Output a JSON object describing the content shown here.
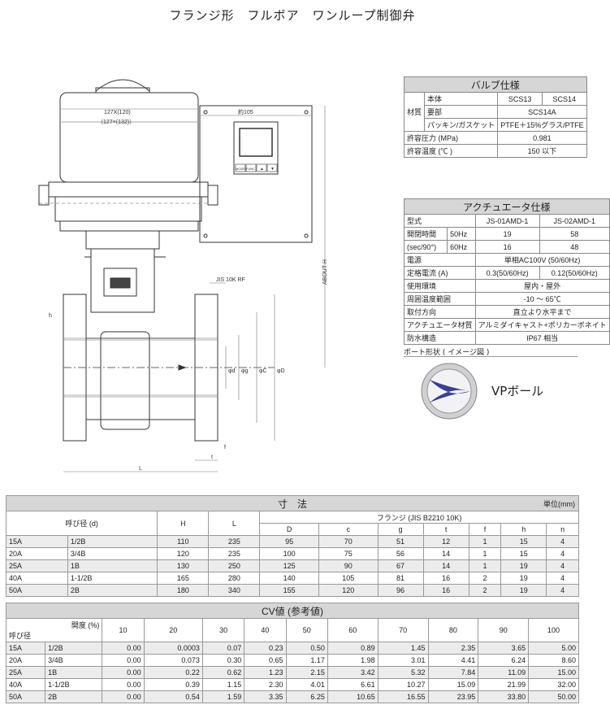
{
  "title": "フランジ形　フルボア　ワンループ制御弁",
  "drawing": {
    "top_width": "127X(120)",
    "top_width2": "（127×(132)）",
    "box_width": "約105",
    "about_h": "ABOUT H",
    "jis": "JIS 10K RF",
    "buttons": [
      "MODE",
      "FUNC",
      "▲",
      "▼"
    ],
    "dims": [
      "φd",
      "φg",
      "φC",
      "φD",
      "L",
      "t",
      "f",
      "h"
    ]
  },
  "valve_spec": {
    "header": "バルブ仕様",
    "cols": [
      "本体",
      "SCS13",
      "SCS14"
    ],
    "material_label": "材質",
    "rows": [
      [
        "要部",
        "SCS14A"
      ],
      [
        "パッキン/ガスケット",
        "PTFE＋15%グラス/PTFE"
      ]
    ],
    "pressure": [
      "許容圧力 (MPa)",
      "0.981"
    ],
    "temp": [
      "許容温度 (℃ )",
      "150 以下"
    ]
  },
  "actuator_spec": {
    "header": "アクチュエータ仕様",
    "model": [
      "型式",
      "JS-01AMD-1",
      "JS-02AMD-1"
    ],
    "time_label": "開閉時間",
    "time_unit": "(sec/90°)",
    "t50": [
      "50Hz",
      "19",
      "58"
    ],
    "t60": [
      "60Hz",
      "16",
      "48"
    ],
    "power": [
      "電源",
      "単相AC100V  (50/60Hz)"
    ],
    "current": [
      "定格電流 (A)",
      "0.3(50/60Hz)",
      "0.12(50/60Hz)"
    ],
    "env": [
      "使用環境",
      "屋内・屋外"
    ],
    "ambient": [
      "周囲温度範囲",
      "-10 ～ 65℃"
    ],
    "mount": [
      "取付方向",
      "直立より水平まで"
    ],
    "material": [
      "アクチュエータ材質",
      "アルミダイキャスト+ポリカーボネイト"
    ],
    "water": [
      "防水構造",
      "IP67 相当"
    ]
  },
  "port": {
    "label": "ポート形状 ( イメージ図 )",
    "name": "VPボール"
  },
  "dimensions": {
    "header": "寸　法",
    "unit": "単位(mm)",
    "col_nominal": "呼び径 (d)",
    "col_h": "H",
    "col_l": "L",
    "flange": "フランジ (JIS B2210 10K)",
    "sub": [
      "D",
      "c",
      "g",
      "t",
      "f",
      "h",
      "n"
    ],
    "rows": [
      [
        "15A",
        "1/2B",
        "110",
        "235",
        "95",
        "70",
        "51",
        "12",
        "1",
        "15",
        "4"
      ],
      [
        "20A",
        "3/4B",
        "120",
        "235",
        "100",
        "75",
        "56",
        "14",
        "1",
        "15",
        "4"
      ],
      [
        "25A",
        "1B",
        "130",
        "250",
        "125",
        "90",
        "67",
        "14",
        "1",
        "19",
        "4"
      ],
      [
        "40A",
        "1-1/2B",
        "165",
        "280",
        "140",
        "105",
        "81",
        "16",
        "2",
        "19",
        "4"
      ],
      [
        "50A",
        "2B",
        "180",
        "340",
        "155",
        "120",
        "96",
        "16",
        "2",
        "19",
        "4"
      ]
    ]
  },
  "cv": {
    "header": "CV値 (参考値)",
    "opening": "開度 (%)",
    "nominal": "呼び径",
    "cols": [
      "10",
      "20",
      "30",
      "40",
      "50",
      "60",
      "70",
      "80",
      "90",
      "100"
    ],
    "rows": [
      [
        "15A",
        "1/2B",
        "0.00",
        "0.0003",
        "0.07",
        "0.23",
        "0.50",
        "0.89",
        "1.45",
        "2.35",
        "3.65",
        "5.00"
      ],
      [
        "20A",
        "3/4B",
        "0.00",
        "0.073",
        "0.30",
        "0.65",
        "1.17",
        "1.98",
        "3.01",
        "4.41",
        "6.24",
        "8.60"
      ],
      [
        "25A",
        "1B",
        "0.00",
        "0.22",
        "0.62",
        "1.23",
        "2.15",
        "3.42",
        "5.32",
        "7.84",
        "11.09",
        "15.00"
      ],
      [
        "40A",
        "1-1/2B",
        "0.00",
        "0.39",
        "1.15",
        "2.30",
        "4.01",
        "6.61",
        "10.27",
        "15.09",
        "21.99",
        "32.00"
      ],
      [
        "50A",
        "2B",
        "0.00",
        "0.54",
        "1.59",
        "3.35",
        "6.25",
        "10.65",
        "16.55",
        "23.95",
        "33.80",
        "50.00"
      ]
    ]
  }
}
